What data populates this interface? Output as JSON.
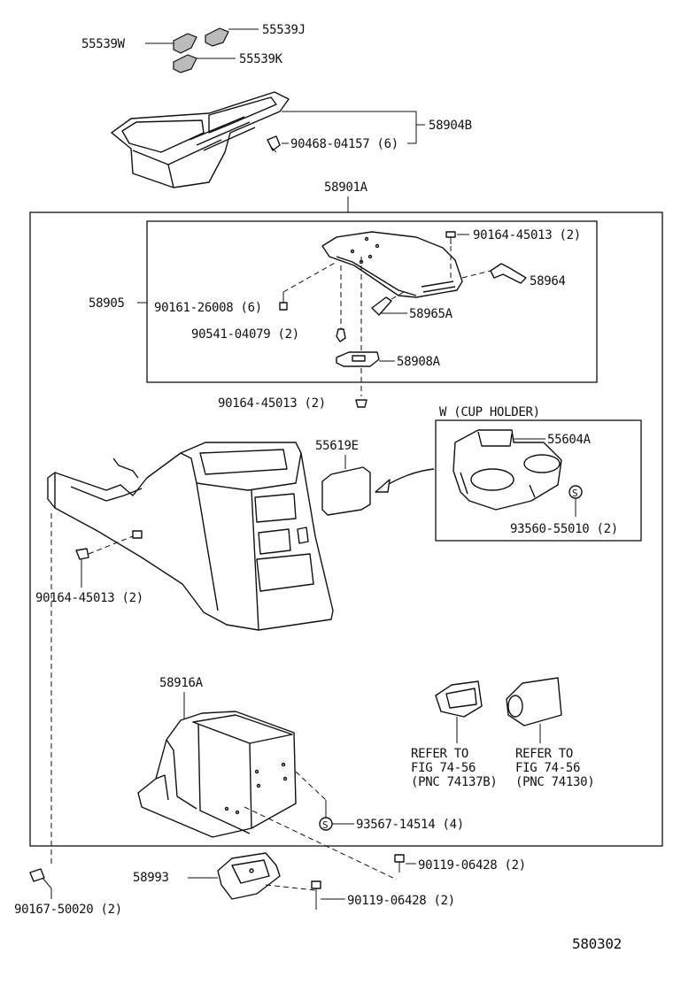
{
  "diagram_id": "580302",
  "labels": {
    "p55539W": "55539W",
    "p55539J": "55539J",
    "p55539K": "55539K",
    "p58904B": "58904B",
    "p90468": "90468-04157 (6)",
    "p58901A": "58901A",
    "p90164a": "90164-45013 (2)",
    "p58964": "58964",
    "p58905": "58905",
    "p90161": "90161-26008 (6)",
    "p58965A": "58965A",
    "p90541": "90541-04079 (2)",
    "p58908A": "58908A",
    "p90164b": "90164-45013 (2)",
    "cupHolderTitle": "W (CUP HOLDER)",
    "p55619E": "55619E",
    "p55604A": "55604A",
    "p93560": "93560-55010 (2)",
    "p90164c": "90164-45013 (2)",
    "p58916A": "58916A",
    "refer1Line1": "REFER TO",
    "refer1Line2": "FIG 74-56",
    "refer1Line3": "(PNC 74137B)",
    "refer2Line1": "REFER TO",
    "refer2Line2": "FIG 74-56",
    "refer2Line3": "(PNC 74130)",
    "p93567": "93567-14514 (4)",
    "p58993": "58993",
    "p90119a": "90119-06428 (2)",
    "p90119b": "90119-06428 (2)",
    "p90167": "90167-50020 (2)",
    "sMark1": "S",
    "sMark2": "S"
  }
}
